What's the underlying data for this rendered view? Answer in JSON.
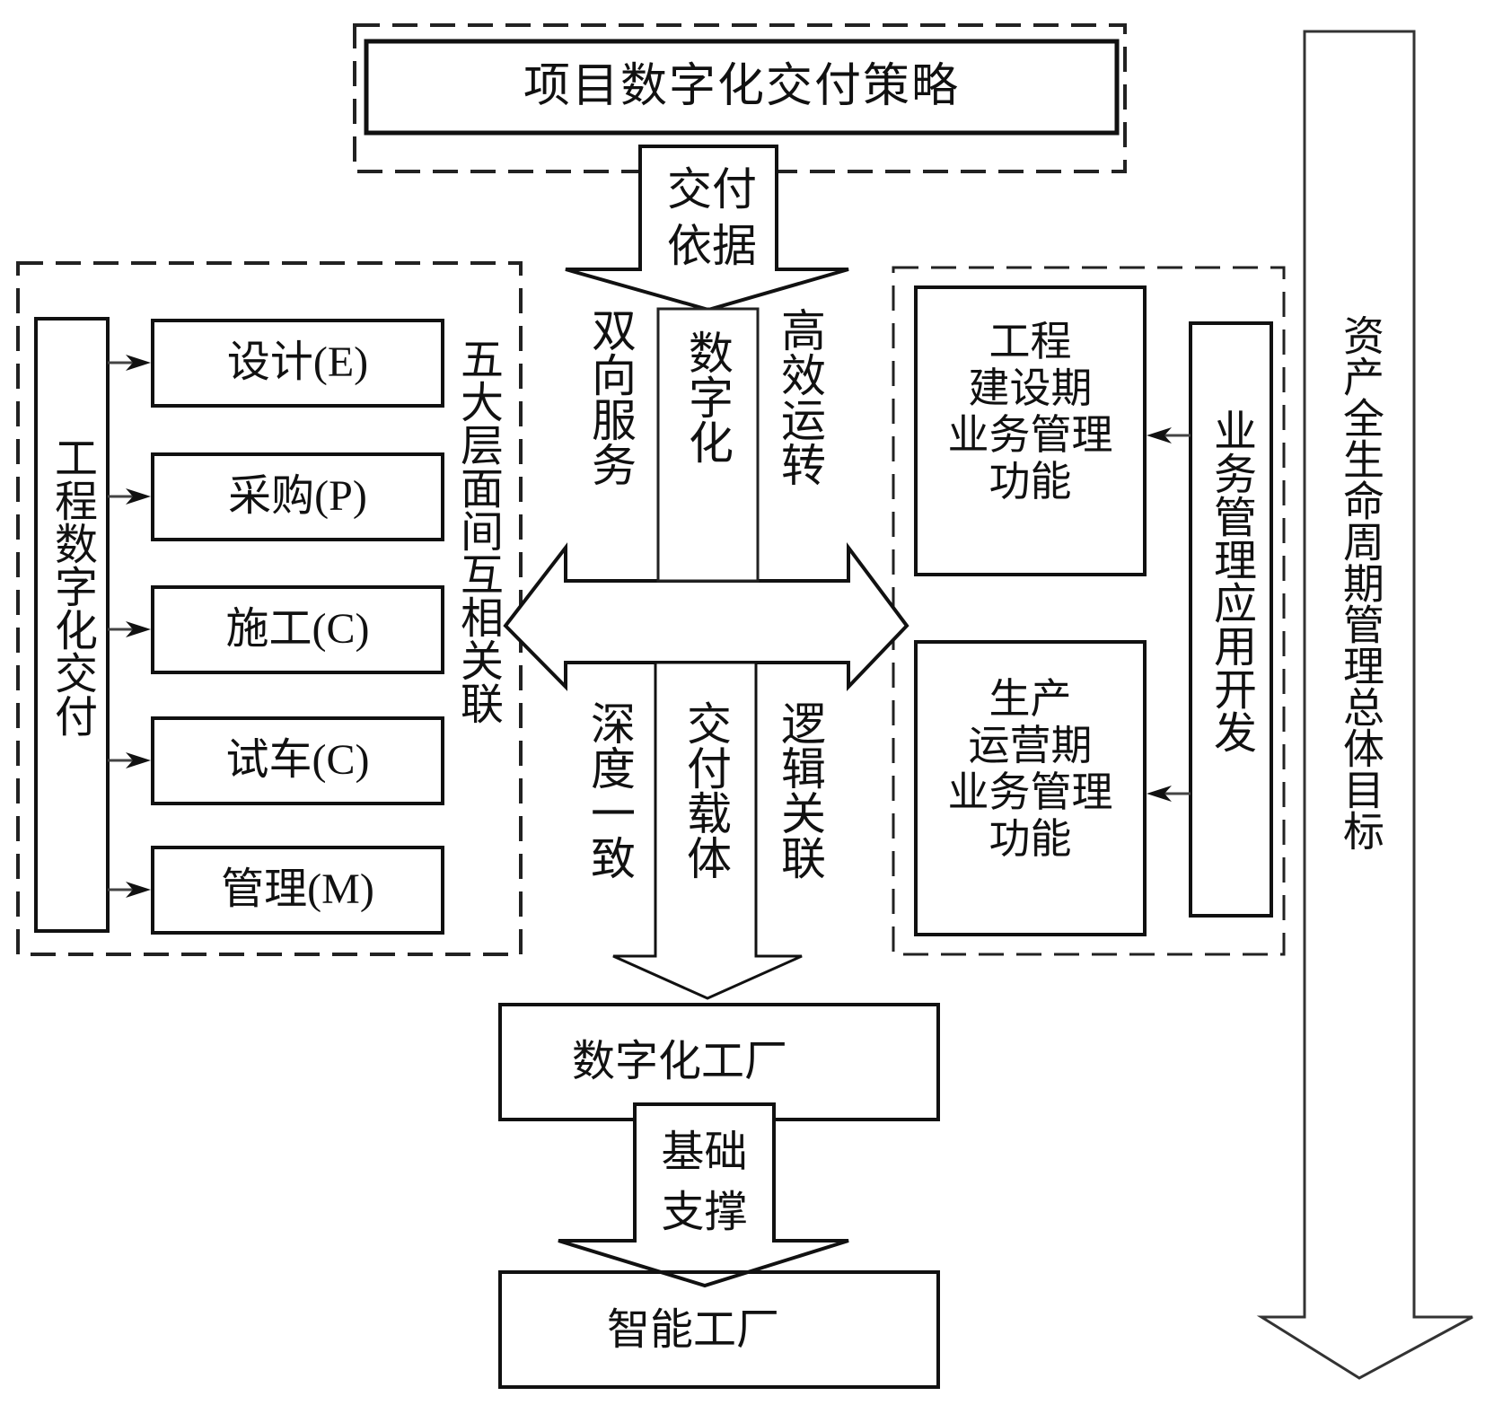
{
  "diagram": {
    "top_strategy": "项目数字化交付策略",
    "arrow_delivery_basis": "交付依据",
    "left_group": {
      "main": "工程数字化交付",
      "layers": [
        {
          "label": "设计",
          "code": "(E)"
        },
        {
          "label": "采购",
          "code": "(P)"
        },
        {
          "label": "施工",
          "code": "(C)"
        },
        {
          "label": "试车",
          "code": "(C)"
        },
        {
          "label": "管理",
          "code": "(M)"
        }
      ],
      "side_note": "五大层面间互相关联"
    },
    "center": {
      "core": "数字化",
      "upper_left": "双向服务",
      "upper_right": "高效运转",
      "lower_left": "深度一致",
      "lower_center": "交付载体",
      "lower_right": "逻辑关联"
    },
    "right_group": {
      "construction": "工程\n建设期\n业务管理\n功能",
      "operation": "生产\n运营期\n业务管理\n功能",
      "app_dev": "业务管理应用开发"
    },
    "digital_factory": "数字化工厂",
    "arrow_foundation": "基础支撑",
    "smart_factory": "智能工厂",
    "lifecycle_goal": "资产全生命周期管理总体目标"
  }
}
